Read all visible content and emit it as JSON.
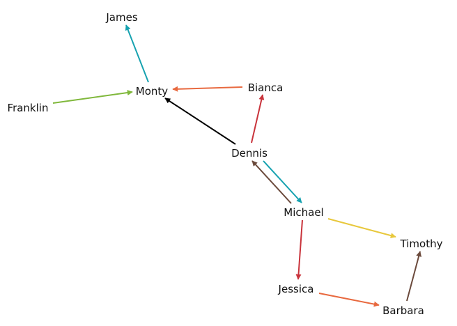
{
  "nodes": [
    {
      "id": "james",
      "label": "James"
    },
    {
      "id": "monty",
      "label": "Monty"
    },
    {
      "id": "franklin",
      "label": "Franklin"
    },
    {
      "id": "bianca",
      "label": "Bianca"
    },
    {
      "id": "dennis",
      "label": "Dennis"
    },
    {
      "id": "michael",
      "label": "Michael"
    },
    {
      "id": "timothy",
      "label": "Timothy"
    },
    {
      "id": "jessica",
      "label": "Jessica"
    },
    {
      "id": "barbara",
      "label": "Barbara"
    }
  ],
  "edges": [
    {
      "from": "monty",
      "to": "james",
      "color": "#17a2b0"
    },
    {
      "from": "franklin",
      "to": "monty",
      "color": "#80b83c"
    },
    {
      "from": "bianca",
      "to": "monty",
      "color": "#e8693f"
    },
    {
      "from": "dennis",
      "to": "monty",
      "color": "#000000"
    },
    {
      "from": "dennis",
      "to": "bianca",
      "color": "#c9343c"
    },
    {
      "from": "dennis",
      "to": "michael",
      "color": "#17a2b0"
    },
    {
      "from": "michael",
      "to": "dennis",
      "color": "#6b4a3c"
    },
    {
      "from": "michael",
      "to": "timothy",
      "color": "#e8c83c"
    },
    {
      "from": "michael",
      "to": "jessica",
      "color": "#c9343c"
    },
    {
      "from": "jessica",
      "to": "barbara",
      "color": "#e8693f"
    },
    {
      "from": "barbara",
      "to": "timothy",
      "color": "#6b4a3c"
    }
  ]
}
